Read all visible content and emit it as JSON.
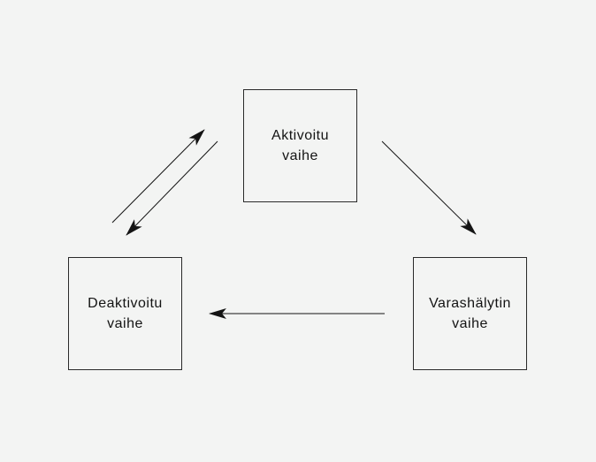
{
  "diagram": {
    "states": {
      "active": {
        "line1": "Aktivoitu",
        "line2": "vaihe"
      },
      "inactive": {
        "line1": "Deaktivoitu",
        "line2": "vaihe"
      },
      "alarm": {
        "line1": "Varashälytin",
        "line2": "vaihe"
      }
    },
    "transitions": [
      {
        "from": "inactive",
        "to": "active"
      },
      {
        "from": "active",
        "to": "inactive"
      },
      {
        "from": "active",
        "to": "alarm"
      },
      {
        "from": "alarm",
        "to": "inactive"
      }
    ],
    "colors": {
      "background": "#f3f4f3",
      "stroke": "#141414"
    }
  }
}
